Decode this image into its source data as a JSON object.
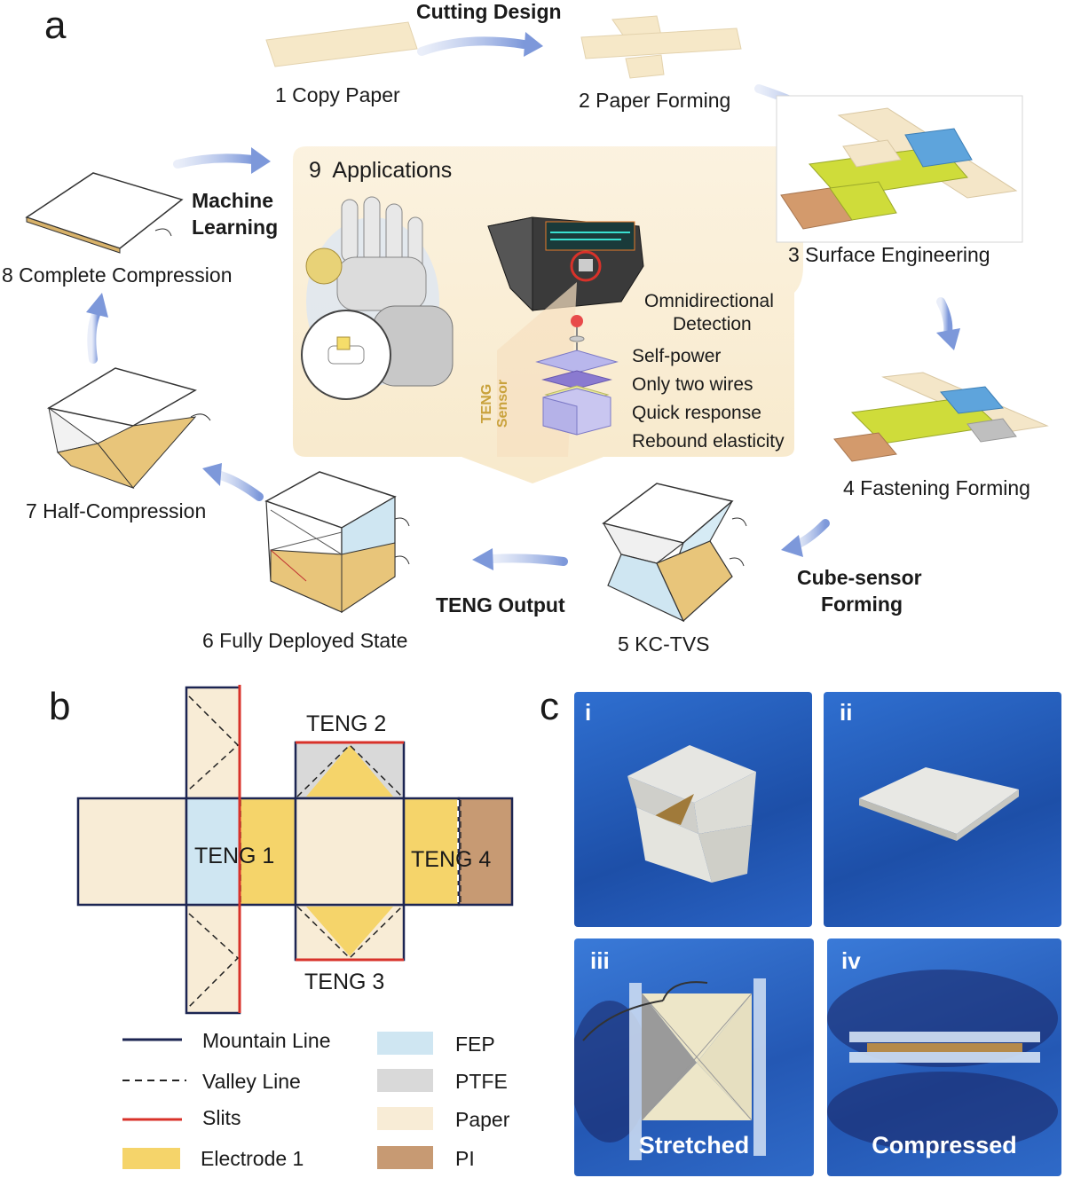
{
  "panel_a": {
    "letter": "a",
    "cutting_design": "Cutting Design",
    "steps": {
      "s1": "1 Copy Paper",
      "s2": "2 Paper Forming",
      "s3": "3 Surface Engineering",
      "s4": "4 Fastening Forming",
      "s5": "5 KC-TVS",
      "s6": "6 Fully Deployed State",
      "s7": "7 Half-Compression",
      "s8": "8 Complete Compression"
    },
    "machine_learning": [
      "Machine",
      "Learning"
    ],
    "cube_sensor_forming": [
      "Cube-sensor",
      "Forming"
    ],
    "teng_output": "TENG Output",
    "applications": {
      "title": "9  Applications",
      "omni": [
        "Omnidirectional",
        "Detection"
      ],
      "teng_sensor": [
        "TENG",
        "Sensor"
      ],
      "features": [
        "Self-power",
        "Only two wires",
        "Quick response",
        "Rebound elasticity"
      ]
    }
  },
  "panel_b": {
    "letter": "b",
    "teng_labels": {
      "t1": "TENG 1",
      "t2": "TENG 2",
      "t3": "TENG 3",
      "t4": "TENG 4"
    },
    "legend_lines": [
      "Mountain Line",
      "Valley Line",
      "Slits",
      "Electrode 1"
    ],
    "legend_materials": [
      "FEP",
      "PTFE",
      "Paper",
      "PI"
    ],
    "colors": {
      "paper": "#f8ecd6",
      "fep": "#cfe6f2",
      "ptfe": "#d9d9d9",
      "electrode": "#f5d46a",
      "pi": "#c79a73",
      "mountain": "#1c2552",
      "slit": "#d8322a"
    }
  },
  "panel_c": {
    "letter": "c",
    "photos": {
      "p1": {
        "tag": "i",
        "caption": ""
      },
      "p2": {
        "tag": "ii",
        "caption": ""
      },
      "p3": {
        "tag": "iii",
        "caption": "Stretched"
      },
      "p4": {
        "tag": "iv",
        "caption": "Compressed"
      }
    }
  }
}
